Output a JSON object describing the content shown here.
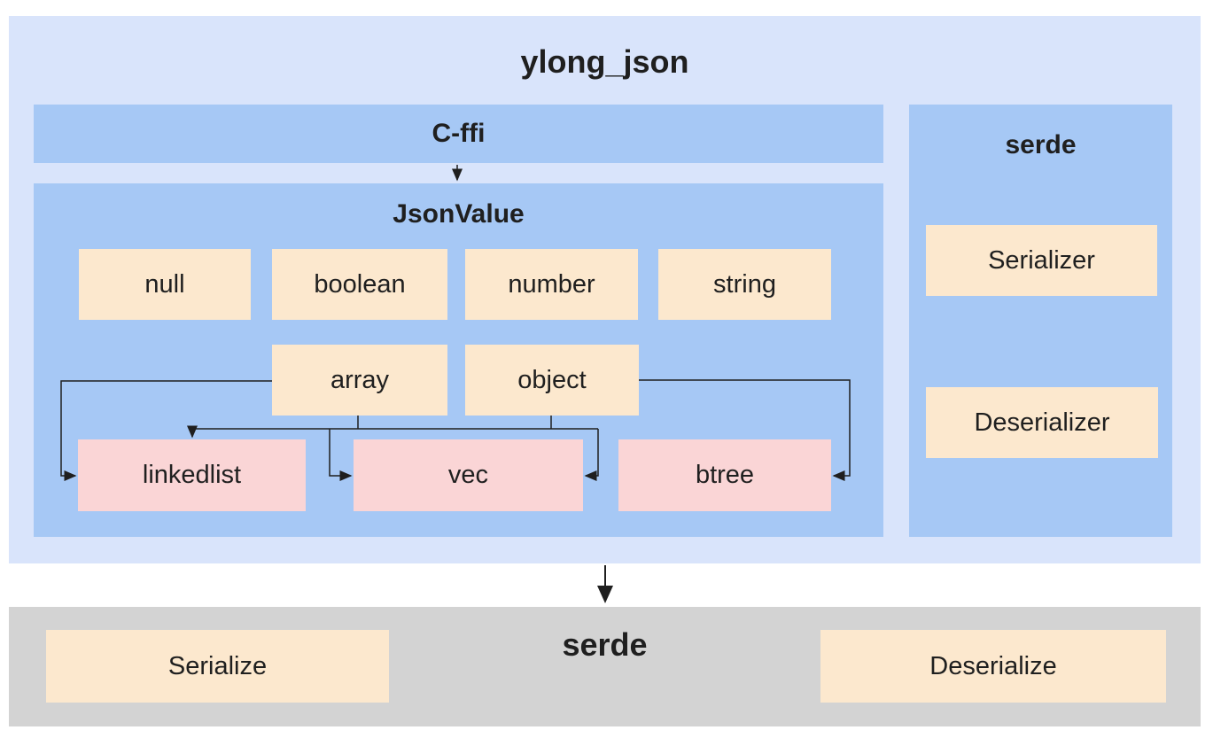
{
  "colors": {
    "outer_panel": "#d9e4fb",
    "inner_panel": "#a6c8f5",
    "type_box": "#fce8ce",
    "impl_box": "#fad5d6",
    "bottom_panel": "#d3d3d3",
    "connector_line": "#1f1f1f"
  },
  "ylong_json": {
    "title": "ylong_json",
    "cffi_label": "C-ffi",
    "json_value": {
      "title": "JsonValue",
      "types": [
        "null",
        "boolean",
        "number",
        "string",
        "array",
        "object"
      ],
      "impls": [
        "linkedlist",
        "vec",
        "btree"
      ]
    },
    "serde_adapter": {
      "title": "serde",
      "items": [
        "Serializer",
        "Deserializer"
      ]
    }
  },
  "serde_crate": {
    "title": "serde",
    "items": [
      "Serialize",
      "Deserialize"
    ]
  }
}
